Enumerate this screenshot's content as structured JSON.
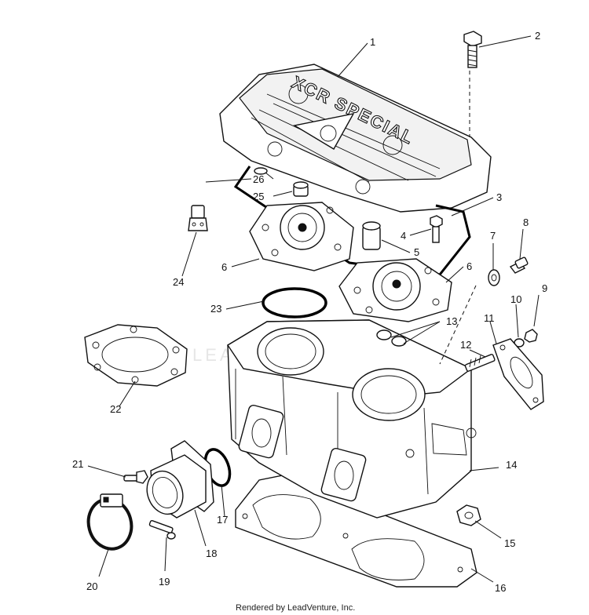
{
  "diagram": {
    "callouts": [
      "1",
      "2",
      "3",
      "4",
      "5",
      "6",
      "6",
      "7",
      "8",
      "9",
      "10",
      "11",
      "12",
      "13",
      "14",
      "15",
      "16",
      "17",
      "18",
      "19",
      "20",
      "21",
      "22",
      "23",
      "24",
      "25",
      "26"
    ],
    "cover_text": "XCR SPECIAL",
    "watermark": "LEADVENTURE",
    "credit": "Rendered by LeadVenture, Inc."
  }
}
